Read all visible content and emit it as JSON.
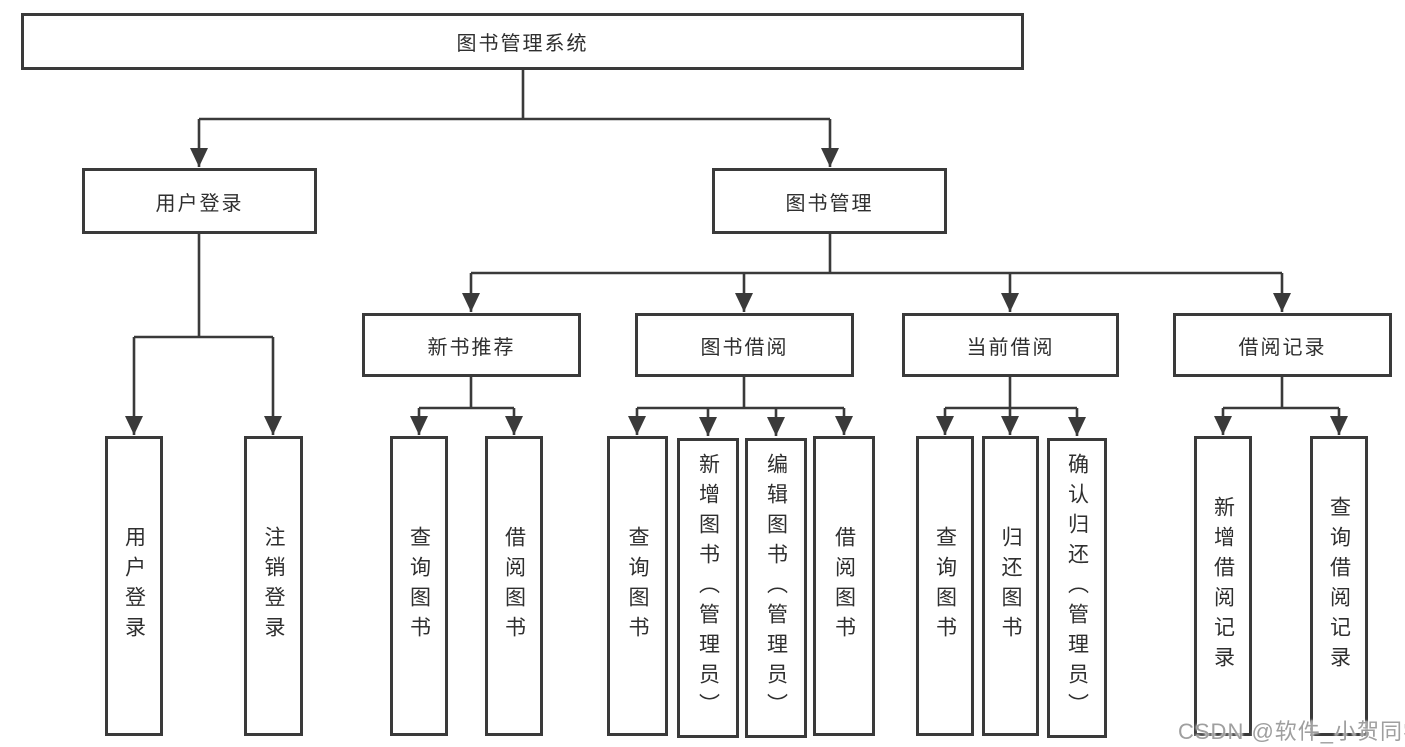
{
  "diagram": {
    "root": {
      "label": "图书管理系统"
    },
    "branches": [
      {
        "label": "用户登录",
        "children": [
          {
            "label": "用户登录"
          },
          {
            "label": "注销登录"
          }
        ]
      },
      {
        "label": "图书管理",
        "children": [
          {
            "label": "新书推荐",
            "children": [
              {
                "label": "查询图书"
              },
              {
                "label": "借阅图书"
              }
            ]
          },
          {
            "label": "图书借阅",
            "children": [
              {
                "label": "查询图书"
              },
              {
                "label": "新增图书（管理员）"
              },
              {
                "label": "编辑图书（管理员）"
              },
              {
                "label": "借阅图书"
              }
            ]
          },
          {
            "label": "当前借阅",
            "children": [
              {
                "label": "查询图书"
              },
              {
                "label": "归还图书"
              },
              {
                "label": "确认归还（管理员）"
              }
            ]
          },
          {
            "label": "借阅记录",
            "children": [
              {
                "label": "新增借阅记录"
              },
              {
                "label": "查询借阅记录"
              }
            ]
          }
        ]
      }
    ]
  },
  "watermark": {
    "text": "CSDN @软件_小贺同学"
  },
  "colors": {
    "line": "#3a3a3a",
    "text": "#2f2f2f",
    "watermark": "#9f9f9f",
    "background": "#ffffff"
  }
}
